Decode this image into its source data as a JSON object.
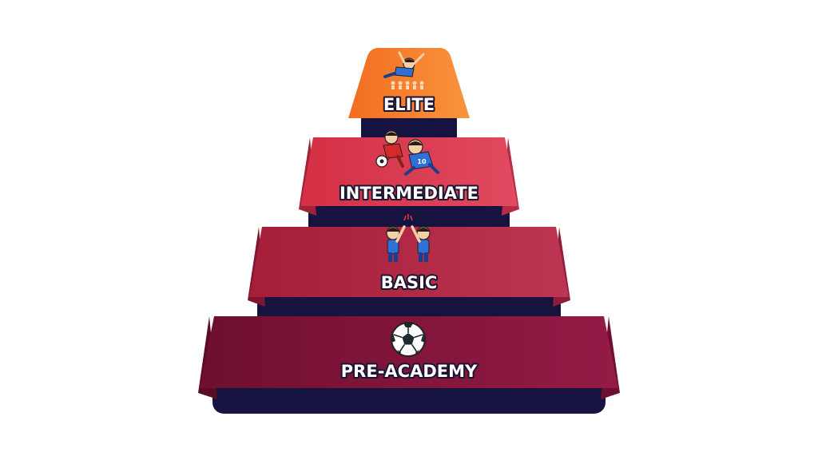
{
  "pyramid": {
    "levels": [
      {
        "label": "ELITE",
        "color": "#f47d28",
        "icon": "diving-player-icon"
      },
      {
        "label": "INTERMEDIATE",
        "color": "#d9384e",
        "icon": "tackling-players-icon"
      },
      {
        "label": "BASIC",
        "color": "#b0243f",
        "icon": "high-five-players-icon"
      },
      {
        "label": "PRE-ACADEMY",
        "color": "#82143c",
        "icon": "soccer-ball-icon"
      }
    ],
    "base_color": "#171340"
  }
}
